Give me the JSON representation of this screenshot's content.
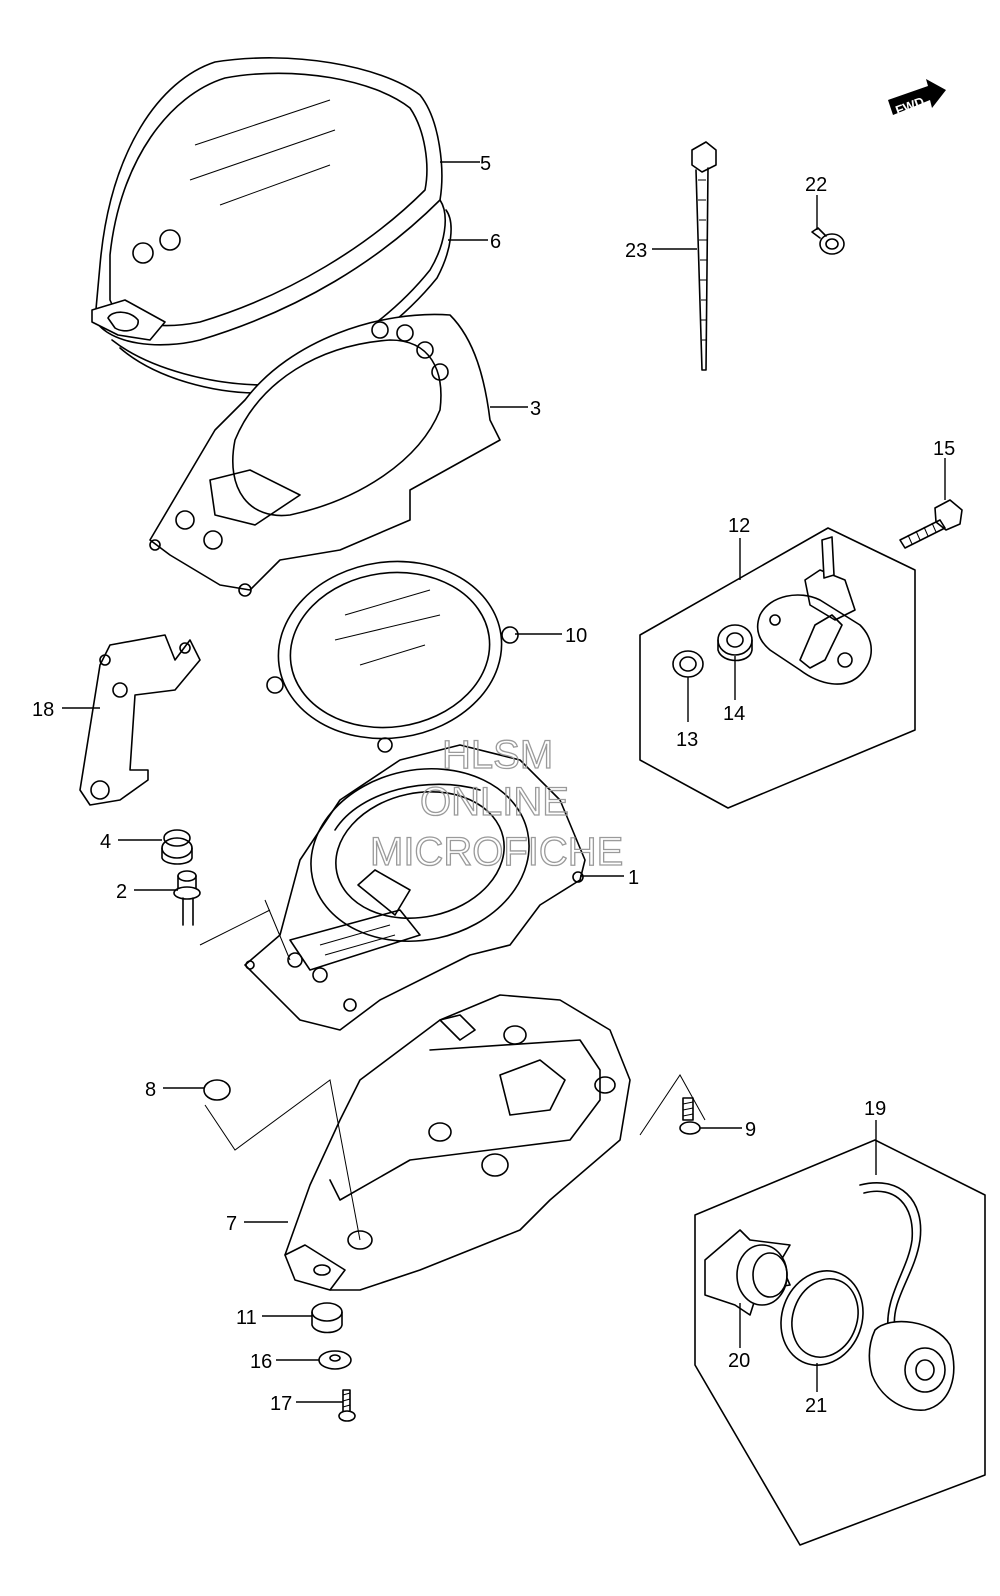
{
  "diagram": {
    "callouts": [
      {
        "id": "c5",
        "label": "5"
      },
      {
        "id": "c6",
        "label": "6"
      },
      {
        "id": "c3",
        "label": "3"
      },
      {
        "id": "c10",
        "label": "10"
      },
      {
        "id": "c18",
        "label": "18"
      },
      {
        "id": "c1",
        "label": "1"
      },
      {
        "id": "c4",
        "label": "4"
      },
      {
        "id": "c2",
        "label": "2"
      },
      {
        "id": "c8",
        "label": "8"
      },
      {
        "id": "c9",
        "label": "9"
      },
      {
        "id": "c7",
        "label": "7"
      },
      {
        "id": "c11",
        "label": "11"
      },
      {
        "id": "c16",
        "label": "16"
      },
      {
        "id": "c17",
        "label": "17"
      },
      {
        "id": "c12",
        "label": "12"
      },
      {
        "id": "c13",
        "label": "13"
      },
      {
        "id": "c14",
        "label": "14"
      },
      {
        "id": "c15",
        "label": "15"
      },
      {
        "id": "c19",
        "label": "19"
      },
      {
        "id": "c20",
        "label": "20"
      },
      {
        "id": "c21",
        "label": "21"
      },
      {
        "id": "c22",
        "label": "22"
      },
      {
        "id": "c23",
        "label": "23"
      }
    ],
    "fwd_arrow": {
      "label": "FWD",
      "icon": "forward-arrow-icon"
    },
    "watermark": {
      "line1": "HLSM",
      "line2": "ONLINE",
      "line3": "MICROFICHE"
    },
    "colors": {
      "line": "#000000",
      "background": "#ffffff",
      "watermark": "#9a9a9a"
    }
  }
}
